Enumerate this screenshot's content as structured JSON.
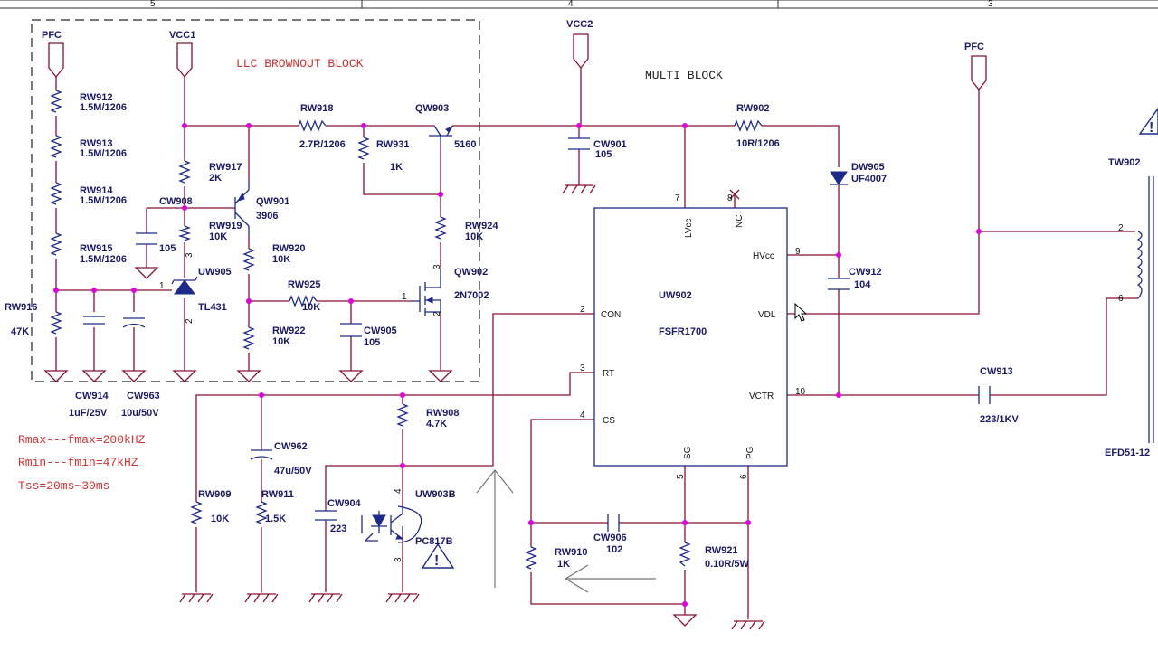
{
  "header": {
    "cols": [
      "5",
      "4",
      "3"
    ]
  },
  "blocks": {
    "llc_brownout": "LLC BROWNOUT BLOCK",
    "multi": "MULTI BLOCK"
  },
  "rails": {
    "pfc": "PFC",
    "vcc1": "VCC1",
    "vcc2": "VCC2"
  },
  "components": {
    "rw912": {
      "ref": "RW912",
      "val": "1.5M/1206"
    },
    "rw913": {
      "ref": "RW913",
      "val": "1.5M/1206"
    },
    "rw914": {
      "ref": "RW914",
      "val": "1.5M/1206"
    },
    "rw915": {
      "ref": "RW915",
      "val": "1.5M/1206"
    },
    "rw916": {
      "ref": "RW916",
      "val": "47K"
    },
    "rw917": {
      "ref": "RW917",
      "val": "2K"
    },
    "rw918": {
      "ref": "RW918",
      "val": "2.7R/1206"
    },
    "rw919": {
      "ref": "RW919",
      "val": "10K"
    },
    "rw920": {
      "ref": "RW920",
      "val": "10K"
    },
    "rw922": {
      "ref": "RW922",
      "val": "10K"
    },
    "rw925": {
      "ref": "RW925",
      "val": "10K"
    },
    "rw924": {
      "ref": "RW924",
      "val": "10K"
    },
    "rw931": {
      "ref": "RW931",
      "val": "1K"
    },
    "rw902": {
      "ref": "RW902",
      "val": "10R/1206"
    },
    "rw908": {
      "ref": "RW908",
      "val": "4.7K"
    },
    "rw909": {
      "ref": "RW909",
      "val": "10K"
    },
    "rw911": {
      "ref": "RW911",
      "val": "1.5K"
    },
    "rw910": {
      "ref": "RW910",
      "val": "1K"
    },
    "rw921": {
      "ref": "RW921",
      "val": "0.10R/5W"
    },
    "cw908": {
      "ref": "CW908",
      "val": "105"
    },
    "cw914": {
      "ref": "CW914",
      "val": "1uF/25V"
    },
    "cw963": {
      "ref": "CW963",
      "val": "10u/50V"
    },
    "cw905": {
      "ref": "CW905",
      "val": "105"
    },
    "cw901": {
      "ref": "CW901",
      "val": "105"
    },
    "cw912": {
      "ref": "CW912",
      "val": "104"
    },
    "cw913": {
      "ref": "CW913",
      "val": "223/1KV"
    },
    "cw962": {
      "ref": "CW962",
      "val": "47u/50V"
    },
    "cw904": {
      "ref": "CW904",
      "val": "223"
    },
    "cw906": {
      "ref": "CW906",
      "val": "102"
    },
    "qw903": {
      "ref": "QW903",
      "val": "5160"
    },
    "qw901": {
      "ref": "QW901",
      "val": "3906"
    },
    "qw902": {
      "ref": "QW902",
      "val": "2N7002"
    },
    "uw905": {
      "ref": "UW905",
      "val": "TL431"
    },
    "dw905": {
      "ref": "DW905",
      "val": "UF4007"
    },
    "uw903b": {
      "ref": "UW903B",
      "val": "PC817B"
    },
    "tw902": {
      "ref": "TW902",
      "val": "EFD51-12"
    }
  },
  "ic": {
    "ref": "UW902",
    "part": "FSFR1700",
    "pins": {
      "lvcc": "LVcc",
      "nc": "NC",
      "hvcc": "HVcc",
      "vdl": "VDL",
      "con": "CON",
      "rt": "RT",
      "cs": "CS",
      "vctr": "VCTR",
      "sg": "SG",
      "pg": "PG"
    }
  },
  "pin_numbers": {
    "lvcc": "7",
    "nc": "8",
    "hvcc": "9",
    "vctr": "10",
    "con": "2",
    "rt": "3",
    "cs": "4",
    "sg": "5",
    "pg": "6",
    "uw905_ref": "1",
    "uw905_k": "3",
    "uw905_a": "2",
    "qw902_g": "1",
    "qw902_d": "3",
    "qw902_s": "2",
    "uw903_c": "4",
    "uw903_e": "3",
    "tw902_a": "2",
    "tw902_b": "6"
  },
  "notes": [
    "Rmax---fmax=200kHZ",
    "Rmin---fmin=47kHZ",
    "Tss=20ms~30ms"
  ],
  "colors": {
    "wire": "#8a1030",
    "component": "#1e2a8a",
    "junction": "#e000e0",
    "note": "#d03030",
    "block_label": "#d03030"
  }
}
